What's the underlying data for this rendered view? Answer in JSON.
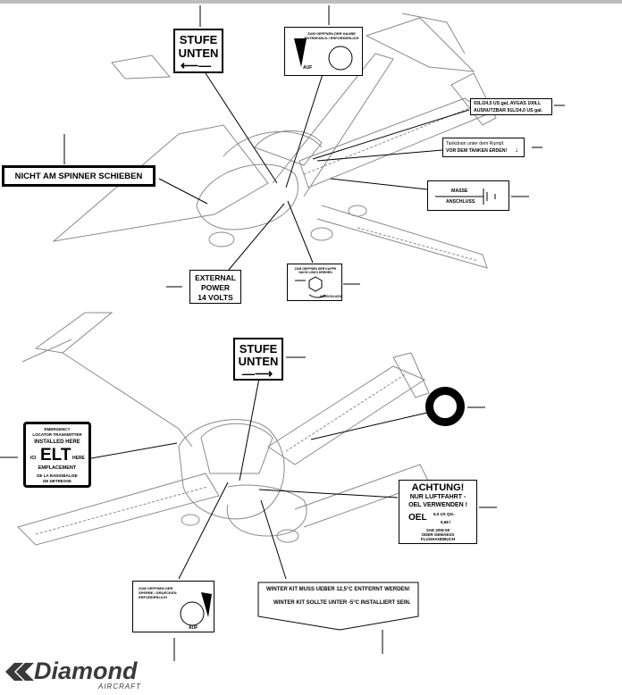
{
  "placards": {
    "stufe_unten_left": {
      "line1": "STUFE",
      "line2": "UNTEN",
      "arrow": "left-arrow"
    },
    "fuel_cap": {
      "text": "ZUM OEFFNEN DER HAUBE ENTRIEGELN / ERFORDERLICH",
      "label": "AUF"
    },
    "fuel_capacity": {
      "line1": "93L/24,5 US gal, AVGAS 100LL",
      "line2": "AUSNUTZBAR 91L/24,0 US gal."
    },
    "nicht_am_spinner": {
      "text": "NICHT AM SPINNER SCHIEBEN"
    },
    "tank_drain": {
      "line1": "Tankdrain unter dem Rumpf.",
      "line2": "VOR DEM TANKEN ERDEN!",
      "symbol": "↓"
    },
    "masse": {
      "line1": "MASSE",
      "line2": "ANSCHLUSS"
    },
    "external_power": {
      "line1": "EXTERNAL",
      "line2": "POWER",
      "line3": "14 VOLTS"
    },
    "oil_cap": {
      "text": "ZUM OEFFNEN DER KAPPE NACH LINKS DREHEN",
      "label": "VERSCHLUSS"
    },
    "stufe_unten_right": {
      "line1": "STUFE",
      "line2": "UNTEN",
      "arrow": "right-arrow"
    },
    "elt": {
      "line1": "EMERGENCY",
      "line2": "LOCATOR TRANSMITTER",
      "line3": "INSTALLED HERE",
      "prefix": "ICI",
      "big": "ELT",
      "suffix": "HERE",
      "line5": "EMPLACEMENT",
      "line6": "DE LA RADIOBALISE",
      "line7": "DE DETRESSE"
    },
    "achtung": {
      "title": "ACHTUNG!",
      "line2": "NUR LUFTFAHRT -",
      "line3": "OEL VERWENDEN !",
      "oel": "OEL",
      "qty1": "6,0 US Qts.",
      "qty2": "5,68 l",
      "spec1": "SAE 20W-50",
      "spec2": "ODER GEMAESS",
      "spec3": "FLUGHANDBUCH"
    },
    "canopy": {
      "text": "ZUM OEFFNEN DER SPERRE / DRUECKEN ERFORDERLICH",
      "label": "AUF"
    },
    "winter_kit": {
      "line1": "WINTER KIT MUSS UEBER 12,5°C ENTFERNT WERDEN!",
      "line2": "WINTER KIT SOLLTE UNTER -5°C INSTALLIERT SEIN."
    }
  },
  "logo": {
    "name": "Diamond",
    "sub": "AIRCRAFT",
    "icon": "diamond-logo-icon"
  },
  "colors": {
    "ink": "#000000",
    "line": "#7a7a7a",
    "topbar": "#bdbdbd"
  }
}
